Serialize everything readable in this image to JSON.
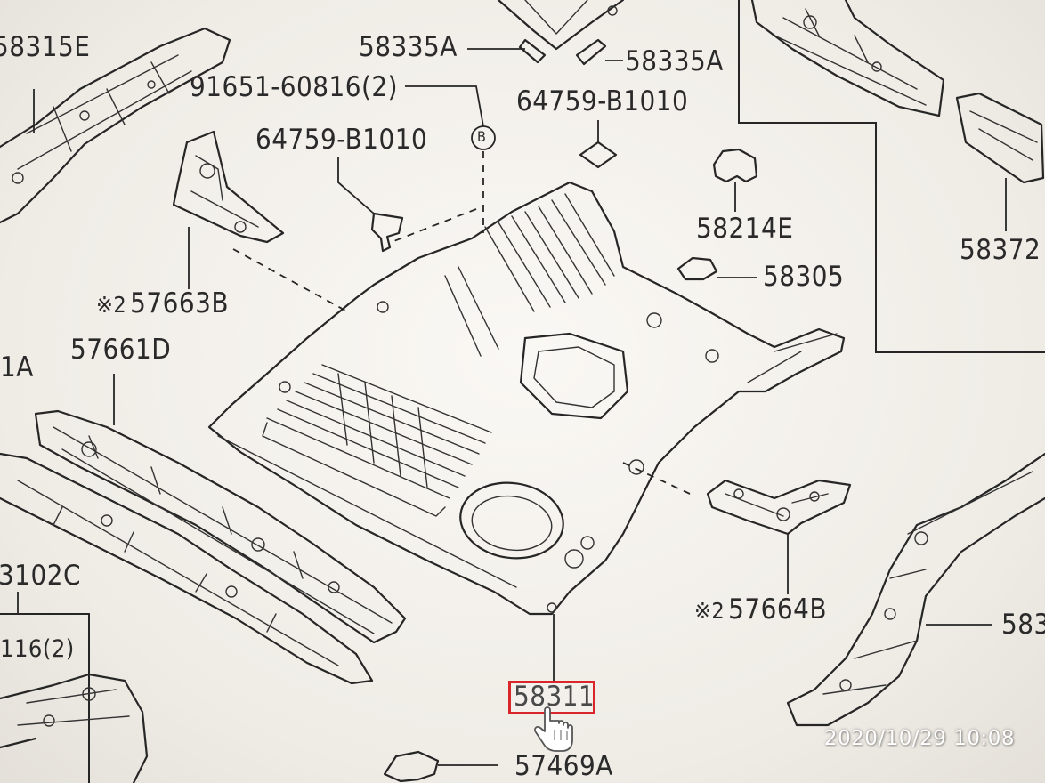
{
  "parts": {
    "p58315E": "58315E",
    "p58335A_left": "58335A",
    "p58335A_right": "58335A",
    "p91651": "91651-60816(2)",
    "p64759_center": "64759-B1010",
    "p64759_left": "64759-B1010",
    "p58214E": "58214E",
    "p58305": "58305",
    "p58372": "58372",
    "p57663B": "57663B",
    "p57661D": "57661D",
    "p_1A": "1A",
    "p3102C": "3102C",
    "p116": "116(2)",
    "p57664B": "57664B",
    "p583_right": "583",
    "p58311": "58311",
    "p57469A": "57469A"
  },
  "marks": {
    "note_mark": "※2",
    "circle_b": "B"
  },
  "overlay": {
    "timestamp": "2020/10/29  10:08",
    "highlight_color": "#d8262b"
  },
  "icons": {
    "cursor": "hand-pointer-icon"
  }
}
